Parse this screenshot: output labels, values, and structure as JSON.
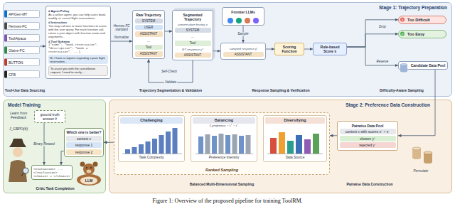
{
  "diagram": {
    "caption": "Figure 1: Overview of the proposed pipeline for training ToolRM.",
    "nodes": [
      {
        "text": [
          "Stage 1: Trajectory Preparation"
        ]
      },
      {
        "text": [
          "APIGen-MT",
          "Hermes-FC",
          "ToolAlpaca",
          "Glaive-FC",
          "BUTTON",
          "CFB"
        ],
        "in": 0
      },
      {
        "text": [
          "# Agent Policy",
          "As a airline agent, you can help users book, modify, or cancel flight reservations.",
          "# Instruction",
          "You may call one or more functions to assist with the user query. For each function call, return a json object with function name and arguments...",
          "# Tool Schema",
          "{\"name\": \"book_reservation\", \"description\": \"Book a reservation\", ...}"
        ],
        "in": 0
      },
      {
        "text": [
          "Hi, I have a request regarding a past flight reservation..."
        ],
        "in": 2
      },
      {
        "text": [
          "To assist you with the cancellation request, I need to verify ..."
        ],
        "in": 2
      },
      {
        "text": [
          "Raw Trajectory",
          "SYSTEM",
          "USER",
          "ASSISTANT",
          "...",
          "Tool",
          "ASSISTANT"
        ],
        "in": 0
      },
      {
        "text": [
          "Segmented Trajectory",
          "conversation history x",
          "SYSTEM",
          "...",
          "Tool",
          "GT response y*",
          "ASSISTANT"
        ],
        "in": 0
      },
      {
        "text": [
          "Frontier LLMs"
        ],
        "in": 0
      },
      {
        "text": [
          "sampled response ŷ",
          "ASSISTANT"
        ],
        "in": 0
      },
      {
        "text": [
          "Scoring Function"
        ],
        "in": 0
      },
      {
        "text": [
          "Rule-based Score ŝ"
        ],
        "in": 0
      },
      {
        "text": [
          "Too Difficult"
        ],
        "in": 0
      },
      {
        "text": [
          "Too Easy"
        ],
        "in": 0
      },
      {
        "text": [
          "Candidate Data Pool"
        ],
        "in": 0
      },
      {
        "text": [
          "Model Training"
        ]
      },
      {
        "text": [
          "ground-truth answer ẑ"
        ],
        "in": 14
      },
      {
        "text": [
          "Which one is better?",
          "context x",
          "response 1",
          "response 2"
        ],
        "in": 14
      },
      {
        "text": [
          "<evaluation> ... </evaluation>",
          "<choice> 2 </choice>"
        ],
        "in": 14
      },
      {
        "text": [
          "Stage 2: Preference Data Construction"
        ]
      },
      {
        "text": [
          "Ranked Sampling"
        ],
        "in": 18
      },
      {
        "text": [
          "Challenging",
          "Task Complexity"
        ],
        "in": 19
      },
      {
        "text": [
          "Balancing",
          "I_preference = s⁺ − s⁻",
          "Preference Intensity"
        ],
        "in": 19
      },
      {
        "text": [
          "Diversifying",
          "Data Source"
        ],
        "in": 19
      },
      {
        "text": [
          "Pairwise Data Pool",
          "context x with scores s⁺ > s⁻",
          "chosen y⁺",
          "rejected y⁻"
        ],
        "in": 18
      }
    ],
    "edges": [
      {
        "from": 1,
        "to": 2,
        "arrow": "to"
      },
      {
        "from": 2,
        "to": 5,
        "label": "Normalize",
        "arrow": "to"
      },
      {
        "from": 5,
        "to": 6,
        "arrow": "to"
      },
      {
        "from": 6,
        "to": 5,
        "label": "Validate",
        "arrow": "to"
      },
      {
        "from": 6,
        "to": 8,
        "arrow": "to"
      },
      {
        "from": 7,
        "to": 8,
        "label": "Sample",
        "arrow": "to"
      },
      {
        "from": 8,
        "to": 9,
        "arrow": "to"
      },
      {
        "from": 9,
        "to": 10,
        "arrow": "to"
      },
      {
        "from": 10,
        "to": 11,
        "label": "Drop",
        "arrow": "to"
      },
      {
        "from": 10,
        "to": 12,
        "arrow": "to"
      },
      {
        "from": 10,
        "to": 13,
        "label": "Reserve",
        "arrow": "to"
      },
      {
        "from": 13,
        "to": 23,
        "arrow": "to"
      },
      {
        "from": 23,
        "to": 19,
        "arrow": "to"
      },
      {
        "from": 19,
        "to": 16,
        "arrow": "to"
      },
      {
        "from": 16,
        "to": 17,
        "arrow": "to"
      },
      {
        "from": 15,
        "to": 17,
        "label": "Binary Reward",
        "arrow": "to"
      }
    ],
    "labels": [
      "Hermes FC standard",
      "Self-Check",
      "Tool-Use Data Sourcing",
      "Trajectory Segmentation & Validation",
      "Response Sampling & Verification",
      "Difficulty-Aware Sampling",
      "Learn from Feedback",
      "J_GRPO(θ)",
      "LLM",
      "Critic Task Completion",
      "Permutate",
      "Balanced Multi-Dimensional Sampling",
      "Pairwise Data Construction"
    ]
  }
}
